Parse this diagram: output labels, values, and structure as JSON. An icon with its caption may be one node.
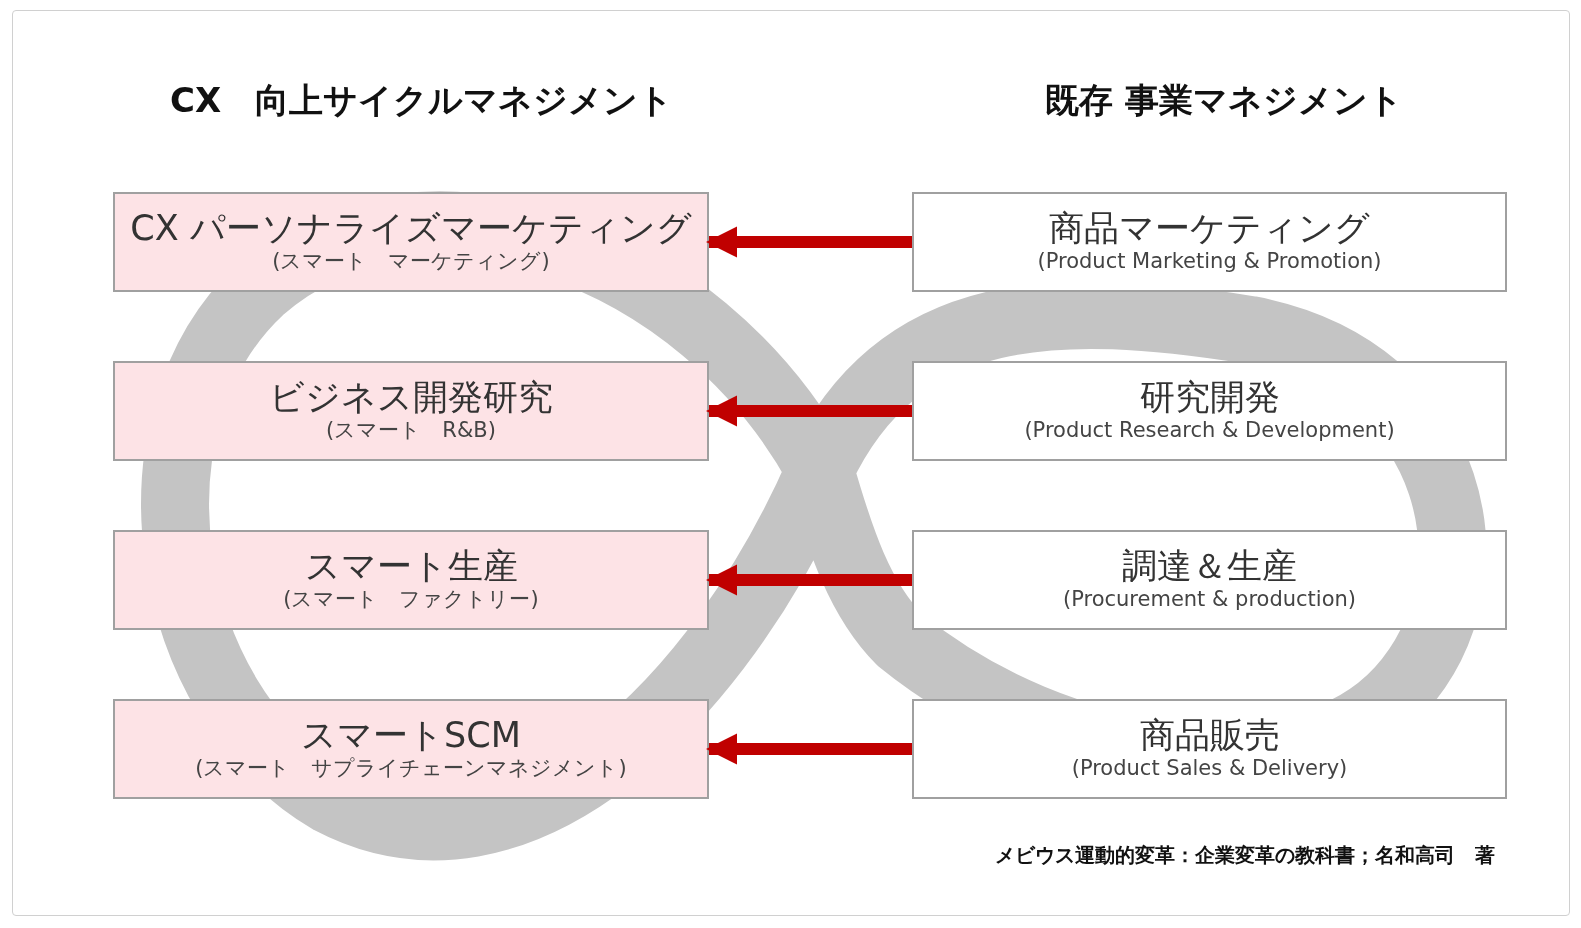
{
  "diagram": {
    "caption": "メビウス運動的変革：企業変革の教科書；名和高司　著",
    "nodes": [
      {
        "text": [
          "CX パーソナライズマーケティング",
          "(スマート　マーケティング)"
        ]
      },
      {
        "text": [
          "ビジネス開発研究",
          "(スマート　R&B)"
        ]
      },
      {
        "text": [
          "スマート生産",
          "(スマート　ファクトリー)"
        ]
      },
      {
        "text": [
          "スマートSCM",
          "(スマート　サプライチェーンマネジメント)"
        ]
      },
      {
        "text": [
          "商品マーケティング",
          "(Product Marketing & Promotion)"
        ]
      },
      {
        "text": [
          "研究開発",
          "(Product Research & Development)"
        ]
      },
      {
        "text": [
          "調達＆生産",
          "(Procurement & production)"
        ]
      },
      {
        "text": [
          "商品販売",
          "(Product Sales & Delivery)"
        ]
      }
    ],
    "edges": [
      {
        "from": 4,
        "to": 0,
        "arrow": "to"
      },
      {
        "from": 5,
        "to": 1,
        "arrow": "to"
      },
      {
        "from": 6,
        "to": 2,
        "arrow": "to"
      },
      {
        "from": 7,
        "to": 3,
        "arrow": "to"
      }
    ],
    "labels": [
      "CX　向上サイクルマネジメント",
      "既存 事業マネジメント"
    ]
  }
}
